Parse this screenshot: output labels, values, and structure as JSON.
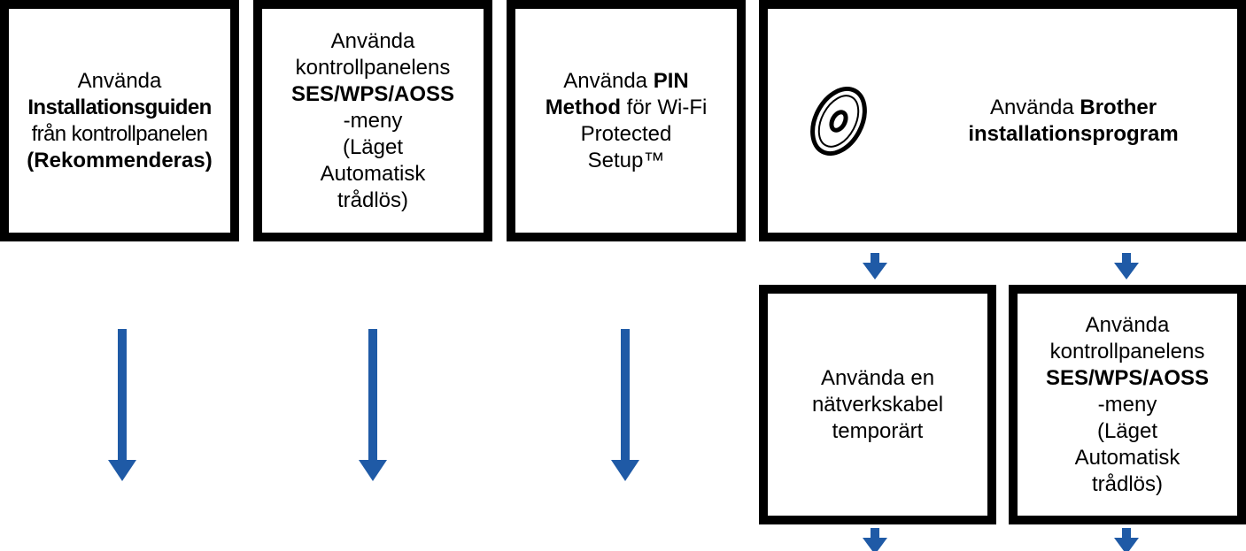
{
  "colors": {
    "arrow": "#1f5aa6",
    "border": "#000000"
  },
  "boxes": {
    "wizard": {
      "line1": "Använda",
      "line2": "Installationsguiden",
      "line3": "från kontrollpanelen",
      "line4": "(Rekommenderas)"
    },
    "ses_menu": {
      "line1": "Använda",
      "line2": "kontrollpanelens",
      "line3": "SES/WPS/AOSS",
      "line4": "-meny",
      "line5": "(Läget",
      "line6": "Automatisk",
      "line7": "trådlös)"
    },
    "pin": {
      "line1a": "Använda ",
      "line1b": "PIN",
      "line2a": "Method",
      "line2b": " för Wi-Fi",
      "line3": "Protected",
      "line4": "Setup™"
    },
    "installer": {
      "icon": "cd-icon",
      "line1a": "Använda ",
      "line1b": "Brother",
      "line2": "installationsprogram"
    },
    "cable": {
      "line1": "Använda en",
      "line2": "nätverkskabel",
      "line3": "temporärt"
    },
    "ses_menu_2": {
      "line1": "Använda",
      "line2": "kontrollpanelens",
      "line3": "SES/WPS/AOSS",
      "line4": "-meny",
      "line5": "(Läget",
      "line6": "Automatisk",
      "line7": "trådlös)"
    }
  }
}
